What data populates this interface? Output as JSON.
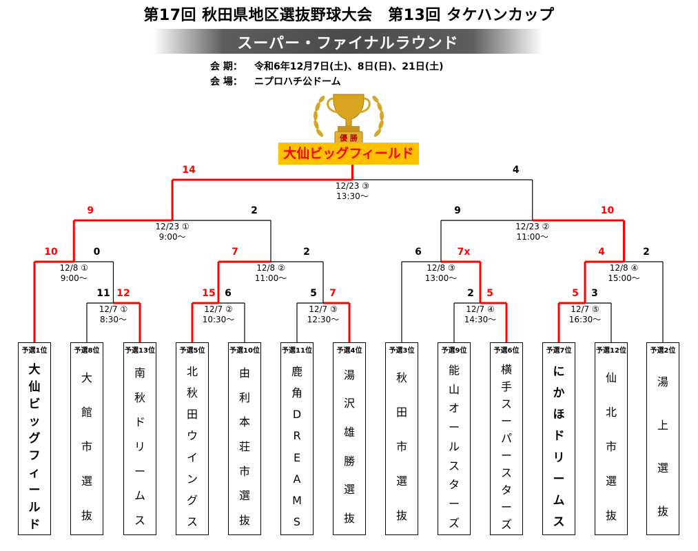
{
  "title": "第17回 秋田県地区選抜野球大会　第13回 タケハンカップ",
  "subtitle": "スーパー・ファイナルラウンド",
  "info": {
    "period_label": "会 期：",
    "period_value": "令和6年12月7日(土)、8日(日)、21日(土)",
    "venue_label": "会 場：",
    "venue_value": "ニプロハチ公ドーム"
  },
  "trophy": {
    "icon": "trophy-icon",
    "label": "優 勝",
    "color": "#d4a62a"
  },
  "champion": "大仙ビッグフィールド",
  "colors": {
    "winner_line": "#ff0000",
    "loser_line": "#000000",
    "champion_bg": "#ffc000",
    "winner_text": "#ff0000"
  },
  "teams": [
    {
      "seed": "予選1位",
      "name": "大仙ビッグフィールド",
      "winner": true
    },
    {
      "seed": "予選8位",
      "name": "大館市選抜",
      "winner": false
    },
    {
      "seed": "予選13位",
      "name": "南秋ドリームス",
      "winner": false
    },
    {
      "seed": "予選5位",
      "name": "北秋田ウイングス",
      "winner": false
    },
    {
      "seed": "予選10位",
      "name": "由利本荘市選抜",
      "winner": false
    },
    {
      "seed": "予選11位",
      "name": "鹿角DREAMS",
      "winner": false
    },
    {
      "seed": "予選4位",
      "name": "湯沢雄勝選抜",
      "winner": false
    },
    {
      "seed": "予選3位",
      "name": "秋田市選抜",
      "winner": false
    },
    {
      "seed": "予選9位",
      "name": "能山オールスターズ",
      "winner": false
    },
    {
      "seed": "予選6位",
      "name": "横手スーパースターズ",
      "winner": false
    },
    {
      "seed": "予選7位",
      "name": "にかほドリームス",
      "winner": true
    },
    {
      "seed": "予選12位",
      "name": "仙北市選抜",
      "winner": false
    },
    {
      "seed": "予選2位",
      "name": "湯上選抜",
      "winner": false
    }
  ],
  "matches": {
    "r1_1": {
      "date": "12/7 ①",
      "time": "8:30〜",
      "score_left": "11",
      "score_right": "12",
      "winner": "right"
    },
    "r1_2": {
      "date": "12/7 ②",
      "time": "10:30〜",
      "score_left": "15",
      "score_right": "6",
      "winner": "left"
    },
    "r1_3": {
      "date": "12/7 ③",
      "time": "12:30〜",
      "score_left": "5",
      "score_right": "7",
      "winner": "right"
    },
    "r1_4": {
      "date": "12/7 ④",
      "time": "14:30〜",
      "score_left": "2",
      "score_right": "5",
      "winner": "right"
    },
    "r1_5": {
      "date": "12/7 ⑤",
      "time": "16:30〜",
      "score_left": "5",
      "score_right": "3",
      "winner": "left"
    },
    "qf_1": {
      "date": "12/8 ①",
      "time": "9:00〜",
      "score_left": "10",
      "score_right": "0",
      "winner": "left"
    },
    "qf_2": {
      "date": "12/8 ②",
      "time": "11:00〜",
      "score_left": "7",
      "score_right": "2",
      "winner": "left"
    },
    "qf_3": {
      "date": "12/8 ③",
      "time": "13:00〜",
      "score_left": "6",
      "score_right": "7x",
      "winner": "right"
    },
    "qf_4": {
      "date": "12/8 ④",
      "time": "15:00〜",
      "score_left": "4",
      "score_right": "2",
      "winner": "left"
    },
    "sf_1": {
      "date": "12/23 ①",
      "time": "9:00〜",
      "score_left": "9",
      "score_right": "2",
      "winner": "left"
    },
    "sf_2": {
      "date": "12/23 ②",
      "time": "11:00〜",
      "score_left": "9",
      "score_right": "10",
      "winner": "right"
    },
    "final": {
      "date": "12/23 ③",
      "time": "13:30〜",
      "score_left": "14",
      "score_right": "4",
      "winner": "left"
    }
  }
}
